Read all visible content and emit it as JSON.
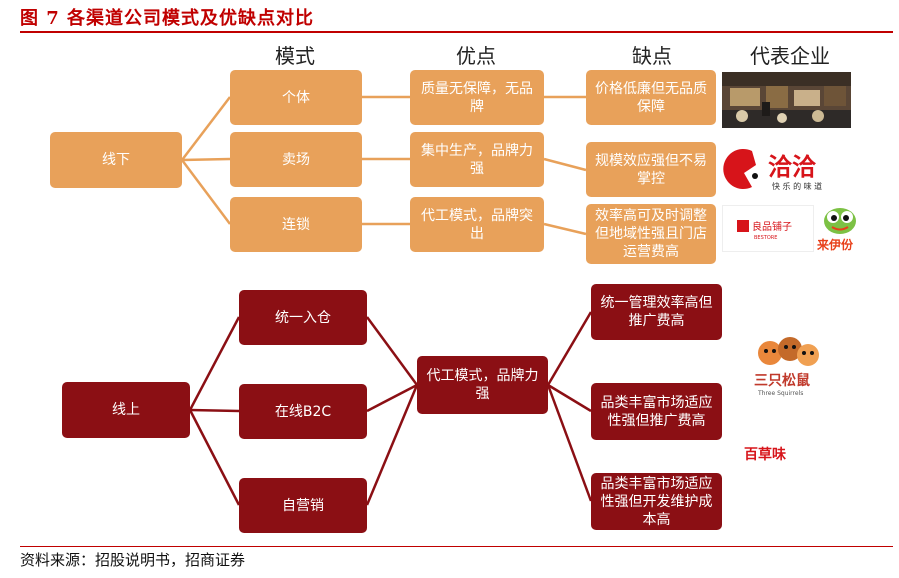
{
  "title": "图 7  各渠道公司模式及优缺点对比",
  "headers": {
    "mode": "模式",
    "pros": "优点",
    "cons": "缺点",
    "rep": "代表企业"
  },
  "offline": {
    "root": "线下",
    "modes": [
      "个体",
      "卖场",
      "连锁"
    ],
    "pros": [
      "质量无保障，无品牌",
      "集中生产，品牌力强",
      "代工模式，品牌突出"
    ],
    "cons": [
      "价格低廉但无品质保障",
      "规模效应强但不易掌控",
      "效率高可及时调整但地域性强且门店运营费高"
    ]
  },
  "online": {
    "root": "线上",
    "modes": [
      "统一入仓",
      "在线B2C",
      "自营销"
    ],
    "pros": "代工模式，品牌力强",
    "cons": [
      "统一管理效率高但推广费高",
      "品类丰富市场适应性强但推广费高",
      "品类丰富市场适应性强但开发维护成本高"
    ]
  },
  "logos": {
    "qiaqia": "洽洽",
    "qiaqia_sub": "快 乐 的 味 道",
    "liangpin": "良品铺子",
    "liangpin_sub": "BESTORE",
    "laiyifen": "来伊份",
    "sanzhi": "三只松鼠",
    "sanzhi_sub": "Three Squirrels",
    "baicaowei": "百草味"
  },
  "colors": {
    "orange": "#e8a15a",
    "dark_red": "#8b0f14",
    "title_red": "#c00000"
  },
  "source": "资料来源：招股说明书，招商证券"
}
